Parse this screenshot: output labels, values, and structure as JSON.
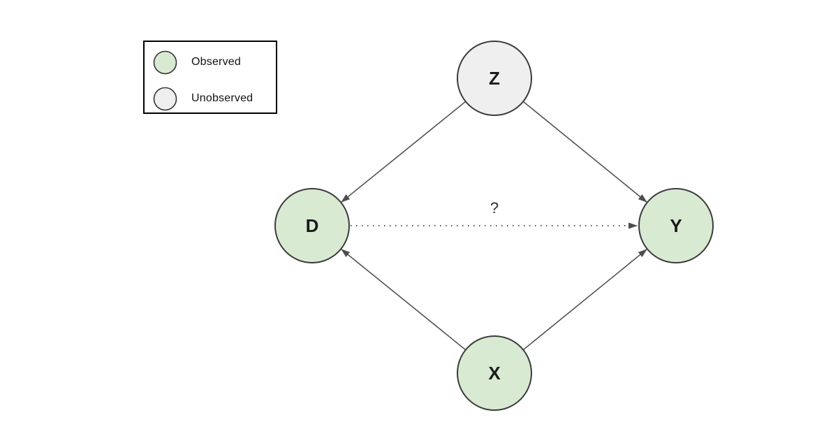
{
  "legend": {
    "items": [
      {
        "label": "Observed",
        "color": "#d9ead3"
      },
      {
        "label": "Unobserved",
        "color": "#efefef"
      }
    ]
  },
  "diagram": {
    "nodes": [
      {
        "id": "Z",
        "label": "Z",
        "status": "unobserved",
        "fill": "#efefef"
      },
      {
        "id": "D",
        "label": "D",
        "status": "observed",
        "fill": "#d9ead3"
      },
      {
        "id": "Y",
        "label": "Y",
        "status": "observed",
        "fill": "#d9ead3"
      },
      {
        "id": "X",
        "label": "X",
        "status": "observed",
        "fill": "#d9ead3"
      }
    ],
    "edges": [
      {
        "from": "Z",
        "to": "D",
        "style": "solid",
        "label": ""
      },
      {
        "from": "Z",
        "to": "Y",
        "style": "solid",
        "label": ""
      },
      {
        "from": "X",
        "to": "D",
        "style": "solid",
        "label": ""
      },
      {
        "from": "X",
        "to": "Y",
        "style": "solid",
        "label": ""
      },
      {
        "from": "D",
        "to": "Y",
        "style": "dotted",
        "label": "?"
      }
    ]
  },
  "colors": {
    "node_stroke": "#3b3b3b",
    "edge": "#545454",
    "legend_border": "#000000",
    "background": "#ffffff"
  }
}
